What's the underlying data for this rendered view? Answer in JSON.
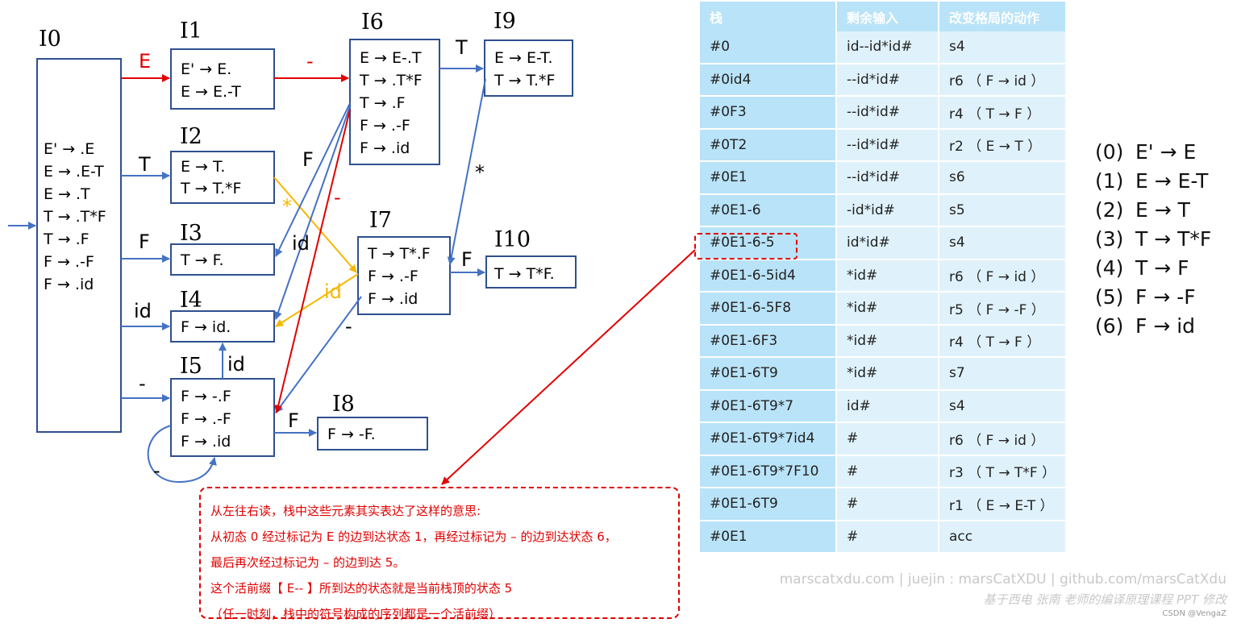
{
  "states": [
    {
      "label": "I0",
      "items": [
        "E' → .E",
        "E → .E-T",
        "E → .T",
        "T → .T*F",
        "T → .F",
        "F → .-F",
        "F → .id"
      ]
    },
    {
      "label": "I1",
      "items": [
        "E' → E.",
        "E → E.-T"
      ]
    },
    {
      "label": "I2",
      "items": [
        "E → T.",
        "T → T.*F"
      ]
    },
    {
      "label": "I3",
      "items": [
        "T → F."
      ]
    },
    {
      "label": "I4",
      "items": [
        "F → id."
      ]
    },
    {
      "label": "I5",
      "items": [
        "F → -.F",
        "F → .-F",
        "F → .id"
      ]
    },
    {
      "label": "I6",
      "items": [
        "E → E-.T",
        "T → .T*F",
        "T → .F",
        "F → .-F",
        "F → .id"
      ]
    },
    {
      "label": "I7",
      "items": [
        "T → T*.F",
        "F → .-F",
        "F → .id"
      ]
    },
    {
      "label": "I8",
      "items": [
        "F → -F."
      ]
    },
    {
      "label": "I9",
      "items": [
        "E → E-T.",
        "T → T.*F"
      ]
    },
    {
      "label": "I10",
      "items": [
        "T → T*F."
      ]
    }
  ],
  "edge_labels": {
    "e0_1": "E",
    "e0_2": "T",
    "e0_3": "F",
    "e0_4": "id",
    "e0_5": "-",
    "e1_6": "-",
    "e6_9": "T",
    "e9_7": "*",
    "e7_10": "F",
    "e5_8": "F",
    "e5_4": "id",
    "e5_5": "-",
    "e2_7": "*",
    "e7_4": "id",
    "e7_5": "-",
    "e6_3": "F",
    "e6_4": "id",
    "e6_5": "-"
  },
  "colors": {
    "blue": "#4472c4",
    "red": "#e00000",
    "yellow": "#f5b800",
    "header": "#b9e3f8",
    "cell": "#dff2fb"
  },
  "table": {
    "headers": [
      "栈",
      "剩余输入",
      "改变格局的动作"
    ],
    "rows": [
      [
        "#0",
        "id--id*id#",
        "s4"
      ],
      [
        "#0id4",
        "--id*id#",
        "r6 （ F → id ）"
      ],
      [
        "#0F3",
        "--id*id#",
        "r4 （ T → F ）"
      ],
      [
        "#0T2",
        "--id*id#",
        "r2 （ E → T ）"
      ],
      [
        "#0E1",
        "--id*id#",
        "s6"
      ],
      [
        "#0E1-6",
        "-id*id#",
        "s5"
      ],
      [
        "#0E1-6-5",
        "id*id#",
        "s4"
      ],
      [
        "#0E1-6-5id4",
        "*id#",
        "r6 （ F → id ）"
      ],
      [
        "#0E1-6-5F8",
        "*id#",
        "r5 （ F → -F ）"
      ],
      [
        "#0E1-6F3",
        "*id#",
        "r4 （ T → F ）"
      ],
      [
        "#0E1-6T9",
        "*id#",
        "s7"
      ],
      [
        "#0E1-6T9*7",
        "id#",
        "s4"
      ],
      [
        "#0E1-6T9*7id4",
        "#",
        "r6 （ F → id ）"
      ],
      [
        "#0E1-6T9*7F10",
        "#",
        "r3 （ T → T*F ）"
      ],
      [
        "#0E1-6T9",
        "#",
        "r1 （ E → E-T ）"
      ],
      [
        "#0E1",
        "#",
        "acc"
      ]
    ]
  },
  "grammar": [
    {
      "num": "(0)",
      "rule": "E' → E"
    },
    {
      "num": "(1)",
      "rule": "E → E-T"
    },
    {
      "num": "(2)",
      "rule": "E → T"
    },
    {
      "num": "(3)",
      "rule": "T → T*F"
    },
    {
      "num": "(4)",
      "rule": "T → F"
    },
    {
      "num": "(5)",
      "rule": "F → -F"
    },
    {
      "num": "(6)",
      "rule": "F → id"
    }
  ],
  "note": [
    "从左往右读，栈中这些元素其实表达了这样的意思:",
    "从初态 0 经过标记为 E 的边到达状态 1，再经过标记为 – 的边到达状态 6，",
    "最后再次经过标记为 – 的边到达 5。",
    "这个活前缀【 E-- 】所到达的状态就是当前栈顶的状态 5",
    "（任一时刻，栈中的符号构成的序列都是一个活前缀）"
  ],
  "watermark": {
    "line1": "marscatxdu.com | juejin : marsCatXDU | github.com/marsCatXdu",
    "line2": "基于西电 张南 老师的编译原理课程 PPT 修改",
    "line3": "CSDN @VengaZ"
  }
}
